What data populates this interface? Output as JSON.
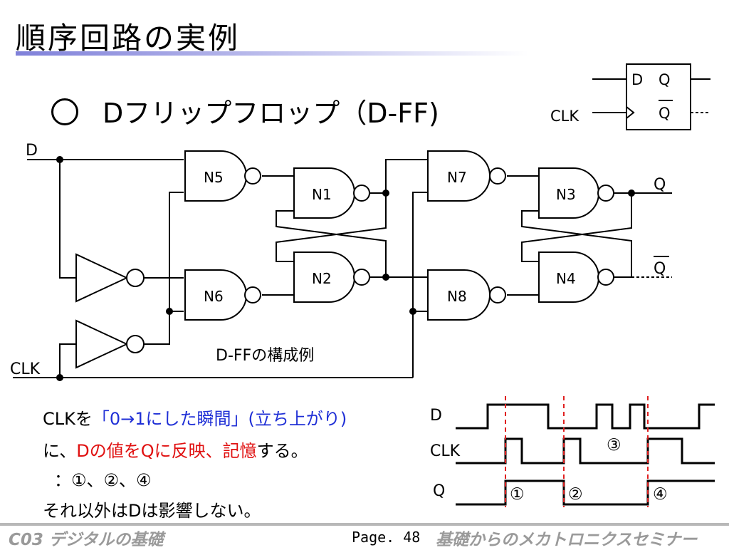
{
  "title": "順序回路の実例",
  "heading": {
    "bullet_icon": "circle-outline-icon",
    "text": "Dフリップフロップ（D-FF)"
  },
  "symbol": {
    "d": "D",
    "q": "Q",
    "qbar": "Q",
    "clk": "CLK"
  },
  "circuit": {
    "input_d": "D",
    "input_clk": "CLK",
    "output_q": "Q",
    "output_qbar": "Q",
    "gates": [
      "N5",
      "N1",
      "N6",
      "N2",
      "N7",
      "N3",
      "N8",
      "N4"
    ],
    "caption": "D-FFの構成例"
  },
  "explanation": {
    "line1_a": "CLKを",
    "line1_b": "「0→1にした瞬間」(立ち上がり)",
    "line2_a": "に、",
    "line2_b": "Dの値をQに反映、記憶",
    "line2_c": "する。",
    "line3": "：①、②、④",
    "line4": "それ以外はDは影響しない。"
  },
  "timing": {
    "labels": [
      "D",
      "CLK",
      "Q"
    ],
    "markers": [
      "①",
      "②",
      "③",
      "④"
    ],
    "marker_color": "#e02020"
  },
  "footer": {
    "left": "C03  デジタルの基礎",
    "page": "Page. 48",
    "right": "基礎からのメカトロニクスセミナー"
  }
}
